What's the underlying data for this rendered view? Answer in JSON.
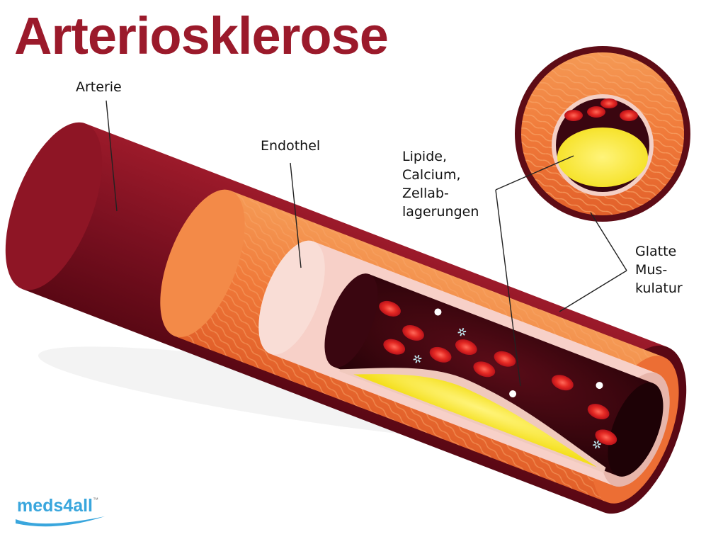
{
  "title": "Arteriosklerose",
  "labels": {
    "arterie": "Arterie",
    "endothel": "Endothel",
    "lipide": [
      "Lipide,",
      "Calcium,",
      "Zellab-",
      "lagerungen"
    ],
    "muskulatur": [
      "Glatte",
      "Mus-",
      "kulatur"
    ]
  },
  "logo": {
    "name": "meds4all",
    "tm": "™"
  },
  "colors": {
    "title": "#9b1a2b",
    "outer_wall": "#7a1020",
    "muscle": "#f07a3a",
    "endothel": "#f7d0c8",
    "lumen": "#3a0610",
    "plaque": "#f6e52a",
    "blood_cell": "#d8191e",
    "logo": "#39a6dd"
  }
}
